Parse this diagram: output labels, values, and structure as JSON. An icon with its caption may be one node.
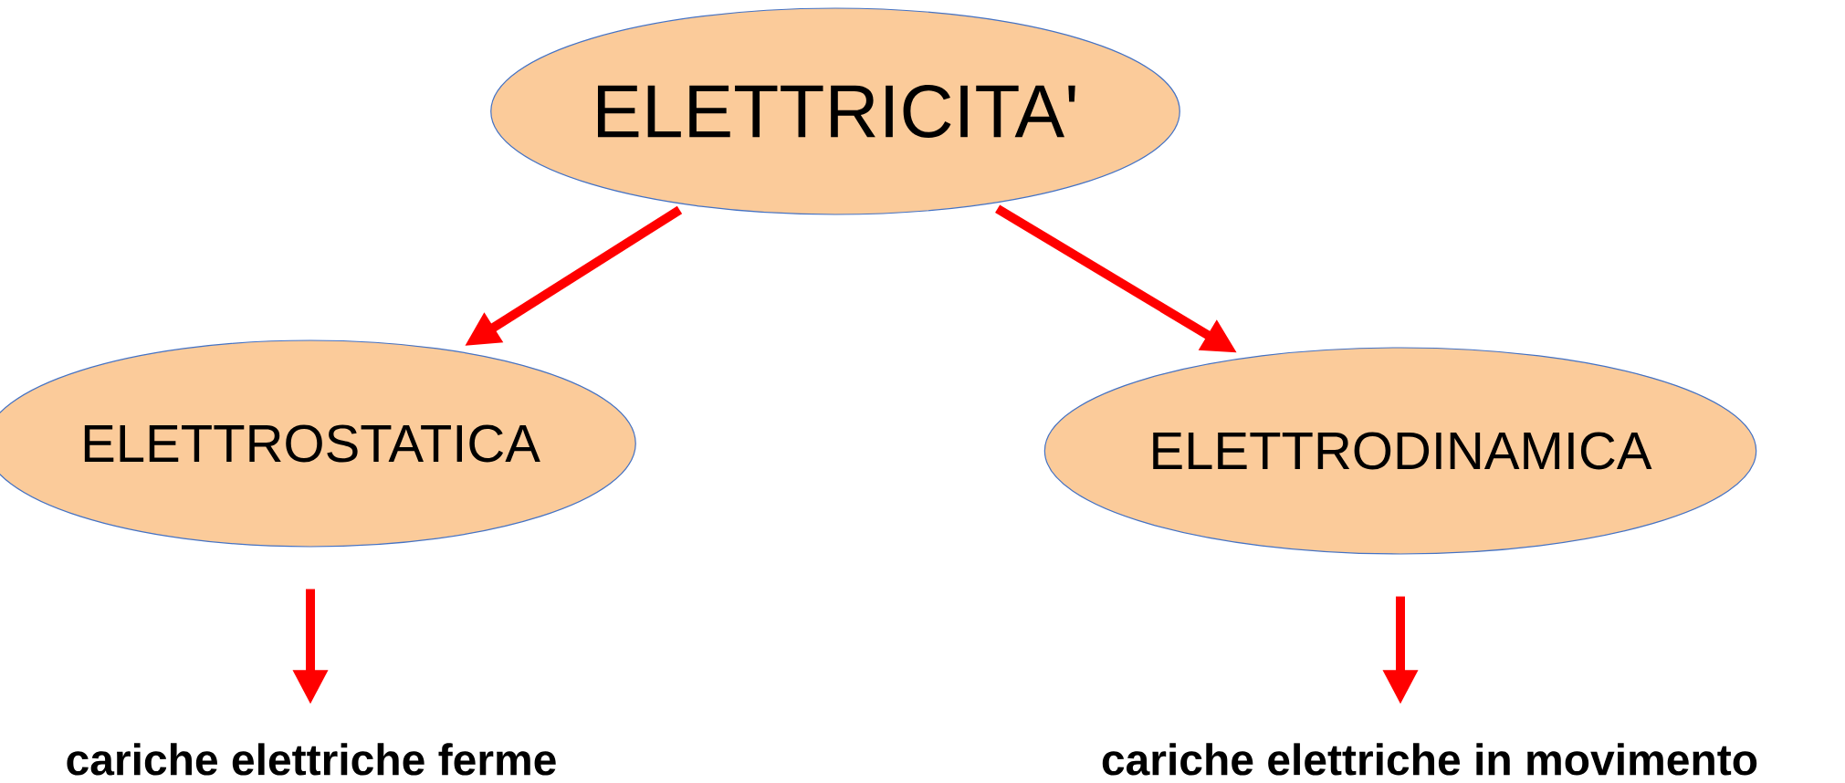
{
  "diagram": {
    "nodes": [
      {
        "text": [
          "ELETTRICITA'"
        ]
      },
      {
        "text": [
          "ELETTROSTATICA"
        ]
      },
      {
        "text": [
          "ELETTRODINAMICA"
        ]
      },
      {
        "text": [
          "cariche elettriche ferme"
        ]
      },
      {
        "text": [
          "cariche elettriche in movimento"
        ]
      }
    ],
    "edges": [
      {
        "from": 0,
        "to": 1,
        "arrow": "to"
      },
      {
        "from": 0,
        "to": 2,
        "arrow": "to"
      },
      {
        "from": 1,
        "to": 3,
        "arrow": "to"
      },
      {
        "from": 2,
        "to": 4,
        "arrow": "to"
      }
    ]
  }
}
